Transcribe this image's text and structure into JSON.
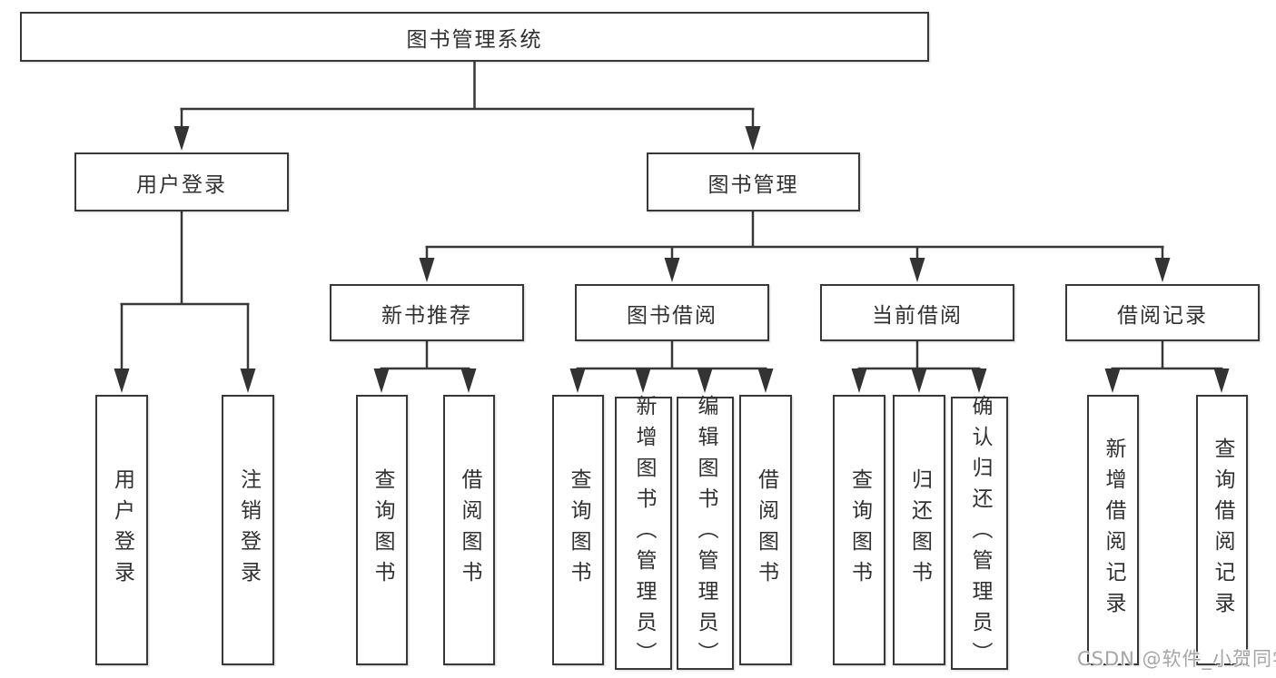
{
  "diagram": {
    "title_note": "functional structure chart",
    "line_color": "#383838",
    "root": {
      "label": "图书管理系统"
    },
    "level2": [
      {
        "id": "user-login",
        "label": "用户登录"
      },
      {
        "id": "book-management",
        "label": "图书管理"
      }
    ],
    "level3": [
      {
        "id": "new-book-recommend",
        "label": "新书推荐"
      },
      {
        "id": "book-borrowing",
        "label": "图书借阅"
      },
      {
        "id": "current-borrowing",
        "label": "当前借阅"
      },
      {
        "id": "borrowing-records",
        "label": "借阅记录"
      }
    ],
    "leaves": [
      {
        "id": "login",
        "label": "用户登录"
      },
      {
        "id": "logout",
        "label": "注销登录"
      },
      {
        "id": "recommend-query-books",
        "label": "查询图书"
      },
      {
        "id": "recommend-borrow-books",
        "label": "借阅图书"
      },
      {
        "id": "borrowing-query-books",
        "label": "查询图书"
      },
      {
        "id": "borrowing-add-books",
        "label": "新增图书（管理员）"
      },
      {
        "id": "borrowing-edit-books",
        "label": "编辑图书（管理员）"
      },
      {
        "id": "borrowing-borrow-books",
        "label": "借阅图书"
      },
      {
        "id": "current-query-books",
        "label": "查询图书"
      },
      {
        "id": "current-return-books",
        "label": "归还图书"
      },
      {
        "id": "current-confirm-return",
        "label": "确认归还（管理员）"
      },
      {
        "id": "records-add-record",
        "label": "新增借阅记录"
      },
      {
        "id": "records-query-record",
        "label": "查询借阅记录"
      }
    ]
  },
  "watermark": {
    "text": "CSDN @软件_小贺同学",
    "color": "#a6a6a6"
  }
}
